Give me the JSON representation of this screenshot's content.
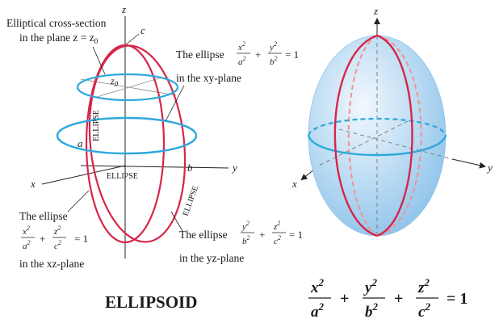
{
  "left_diagram": {
    "axis_z": "z",
    "axis_y": "y",
    "axis_x": "x",
    "label_c": "c",
    "label_b": "b",
    "label_a": "a",
    "label_z0": "z",
    "label_z0_sub": "0",
    "cross_section_line1": "Elliptical cross-section",
    "cross_section_line2": "in the plane z = z",
    "cross_section_sub": "0",
    "ellipse_xy_prefix": "The ellipse",
    "ellipse_xy_suffix": "in the xy-plane",
    "ellipse_xz_prefix": "The ellipse",
    "ellipse_xz_suffix": "in the xz-plane",
    "ellipse_yz_prefix": "The ellipse",
    "ellipse_yz_suffix": "in the yz-plane",
    "ellipse_word_1": "ELLIPSE",
    "ellipse_word_2": "ELLIPSE",
    "ellipse_word_3": "ELLIPSE"
  },
  "right_diagram": {
    "axis_z": "z",
    "axis_y": "y",
    "axis_x": "x"
  },
  "fractions": {
    "x2": "x",
    "y2": "y",
    "z2": "z",
    "a2": "a",
    "b2": "b",
    "c2": "c",
    "sq": "2",
    "plus": "+",
    "equals": "= 1"
  },
  "footer": {
    "title": "ELLIPSOID",
    "eq_x": "x",
    "eq_y": "y",
    "eq_z": "z",
    "eq_a": "a",
    "eq_b": "b",
    "eq_c": "c",
    "eq_sq": "2",
    "eq_plus": "+",
    "eq_equals": "= 1"
  },
  "colors": {
    "red": "#d6264a",
    "blue": "#2ea8dc",
    "ellipsoid_fill": "#a9d2f0",
    "axis": "#222222"
  }
}
